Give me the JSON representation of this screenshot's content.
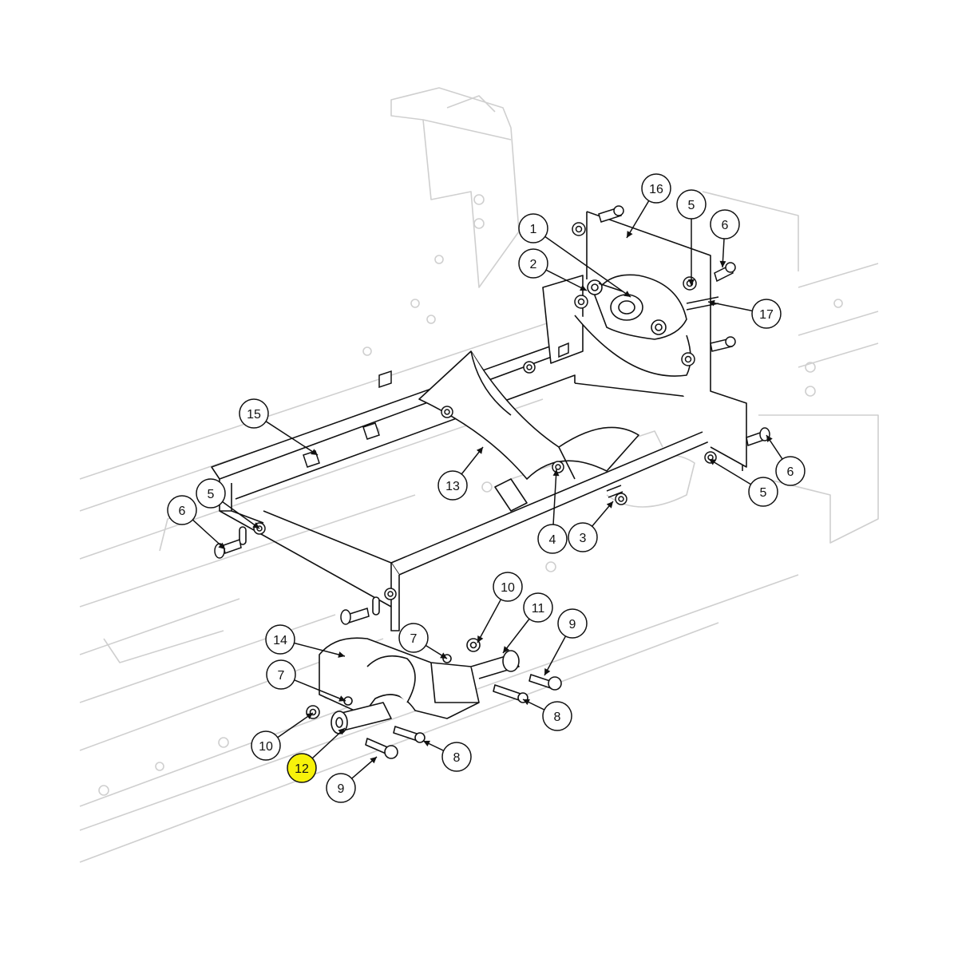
{
  "colors": {
    "background": "#ffffff",
    "ghost_frame": "#cfcfcf",
    "part_line": "#111111",
    "part_fill": "#ffffff",
    "callout_fill": "#ffffff",
    "highlight_fill": "#f7f20a"
  },
  "diagram": {
    "callouts": [
      {
        "label": "16",
        "highlighted": false
      },
      {
        "label": "5",
        "highlighted": false
      },
      {
        "label": "6",
        "highlighted": false
      },
      {
        "label": "1",
        "highlighted": false
      },
      {
        "label": "2",
        "highlighted": false
      },
      {
        "label": "17",
        "highlighted": false
      },
      {
        "label": "15",
        "highlighted": false
      },
      {
        "label": "6",
        "highlighted": false
      },
      {
        "label": "5",
        "highlighted": false
      },
      {
        "label": "13",
        "highlighted": false
      },
      {
        "label": "5",
        "highlighted": false
      },
      {
        "label": "6",
        "highlighted": false
      },
      {
        "label": "4",
        "highlighted": false
      },
      {
        "label": "3",
        "highlighted": false
      },
      {
        "label": "10",
        "highlighted": false
      },
      {
        "label": "11",
        "highlighted": false
      },
      {
        "label": "9",
        "highlighted": false
      },
      {
        "label": "14",
        "highlighted": false
      },
      {
        "label": "7",
        "highlighted": false
      },
      {
        "label": "7",
        "highlighted": false
      },
      {
        "label": "8",
        "highlighted": false
      },
      {
        "label": "10",
        "highlighted": false
      },
      {
        "label": "8",
        "highlighted": false
      },
      {
        "label": "12",
        "highlighted": true
      },
      {
        "label": "9",
        "highlighted": false
      }
    ]
  }
}
